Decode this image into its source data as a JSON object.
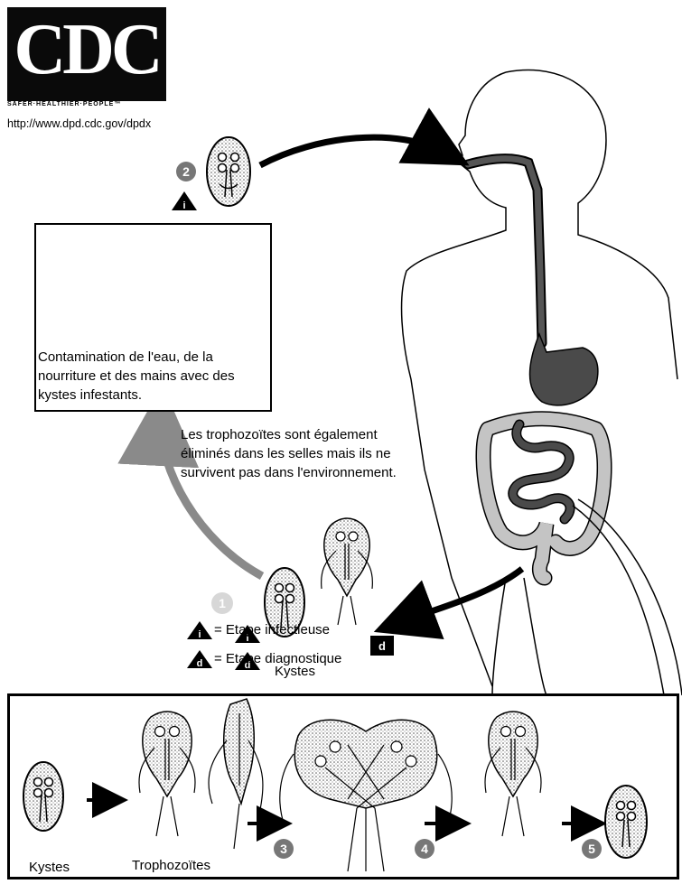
{
  "logo": {
    "text": "CDC",
    "tagline": "SAFER·HEALTHIER·PEOPLE™"
  },
  "source_url": "http://www.dpd.cdc.gov/dpdx",
  "contamination_text": "Contamination de l'eau, de la nourriture et des mains avec des kystes infestants.",
  "trophozoite_note": "Les trophozoïtes sont également éliminés dans les selles mais ils ne survivent pas dans l'environnement.",
  "legend": {
    "infective_symbol": "i",
    "infective_label": "= Etape infectieuse",
    "diagnostic_symbol": "d",
    "diagnostic_label": "= Etape diagnostique"
  },
  "labels": {
    "cysts_middle": "Kystes",
    "cysts_bottom": "Kystes",
    "trophozoites_bottom": "Trophozoïtes"
  },
  "steps": [
    "1",
    "2",
    "3",
    "4",
    "5"
  ],
  "colors": {
    "dark_gray": "#4a4a4a",
    "light_gray": "#c4c4c4",
    "step1_circle": "#d7d7d7"
  }
}
